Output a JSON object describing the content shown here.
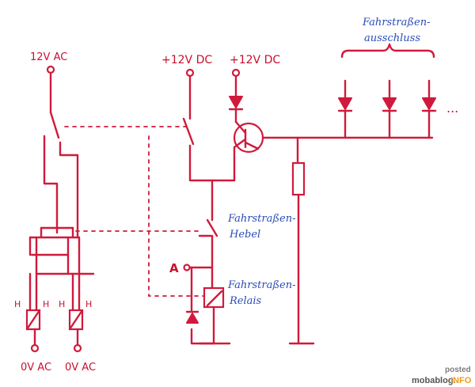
{
  "labels": {
    "supply_ac": "12V AC",
    "supply_dc_1": "+12V DC",
    "supply_dc_2": "+12V DC",
    "ground_ac_1": "0V AC",
    "ground_ac_2": "0V AC",
    "point_a": "A",
    "coil_1_left": "H",
    "coil_1_right": "H",
    "coil_2_left": "H",
    "coil_2_right": "H",
    "lever_line_1": "Fahrstraßen-",
    "lever_line_2": "Hebel",
    "relay_line_1": "Fahrstraßen-",
    "relay_line_2": "Relais",
    "exclusion_line_1": "Fahrstraßen-",
    "exclusion_line_2": "ausschluss",
    "continuation": "..."
  },
  "watermark": {
    "line_1": "posted",
    "line_2_main": "mobablog.",
    "line_2_accent": "INFO"
  },
  "colors": {
    "ink_red": "#d01a3c",
    "ink_blue": "#2a4bb7"
  }
}
